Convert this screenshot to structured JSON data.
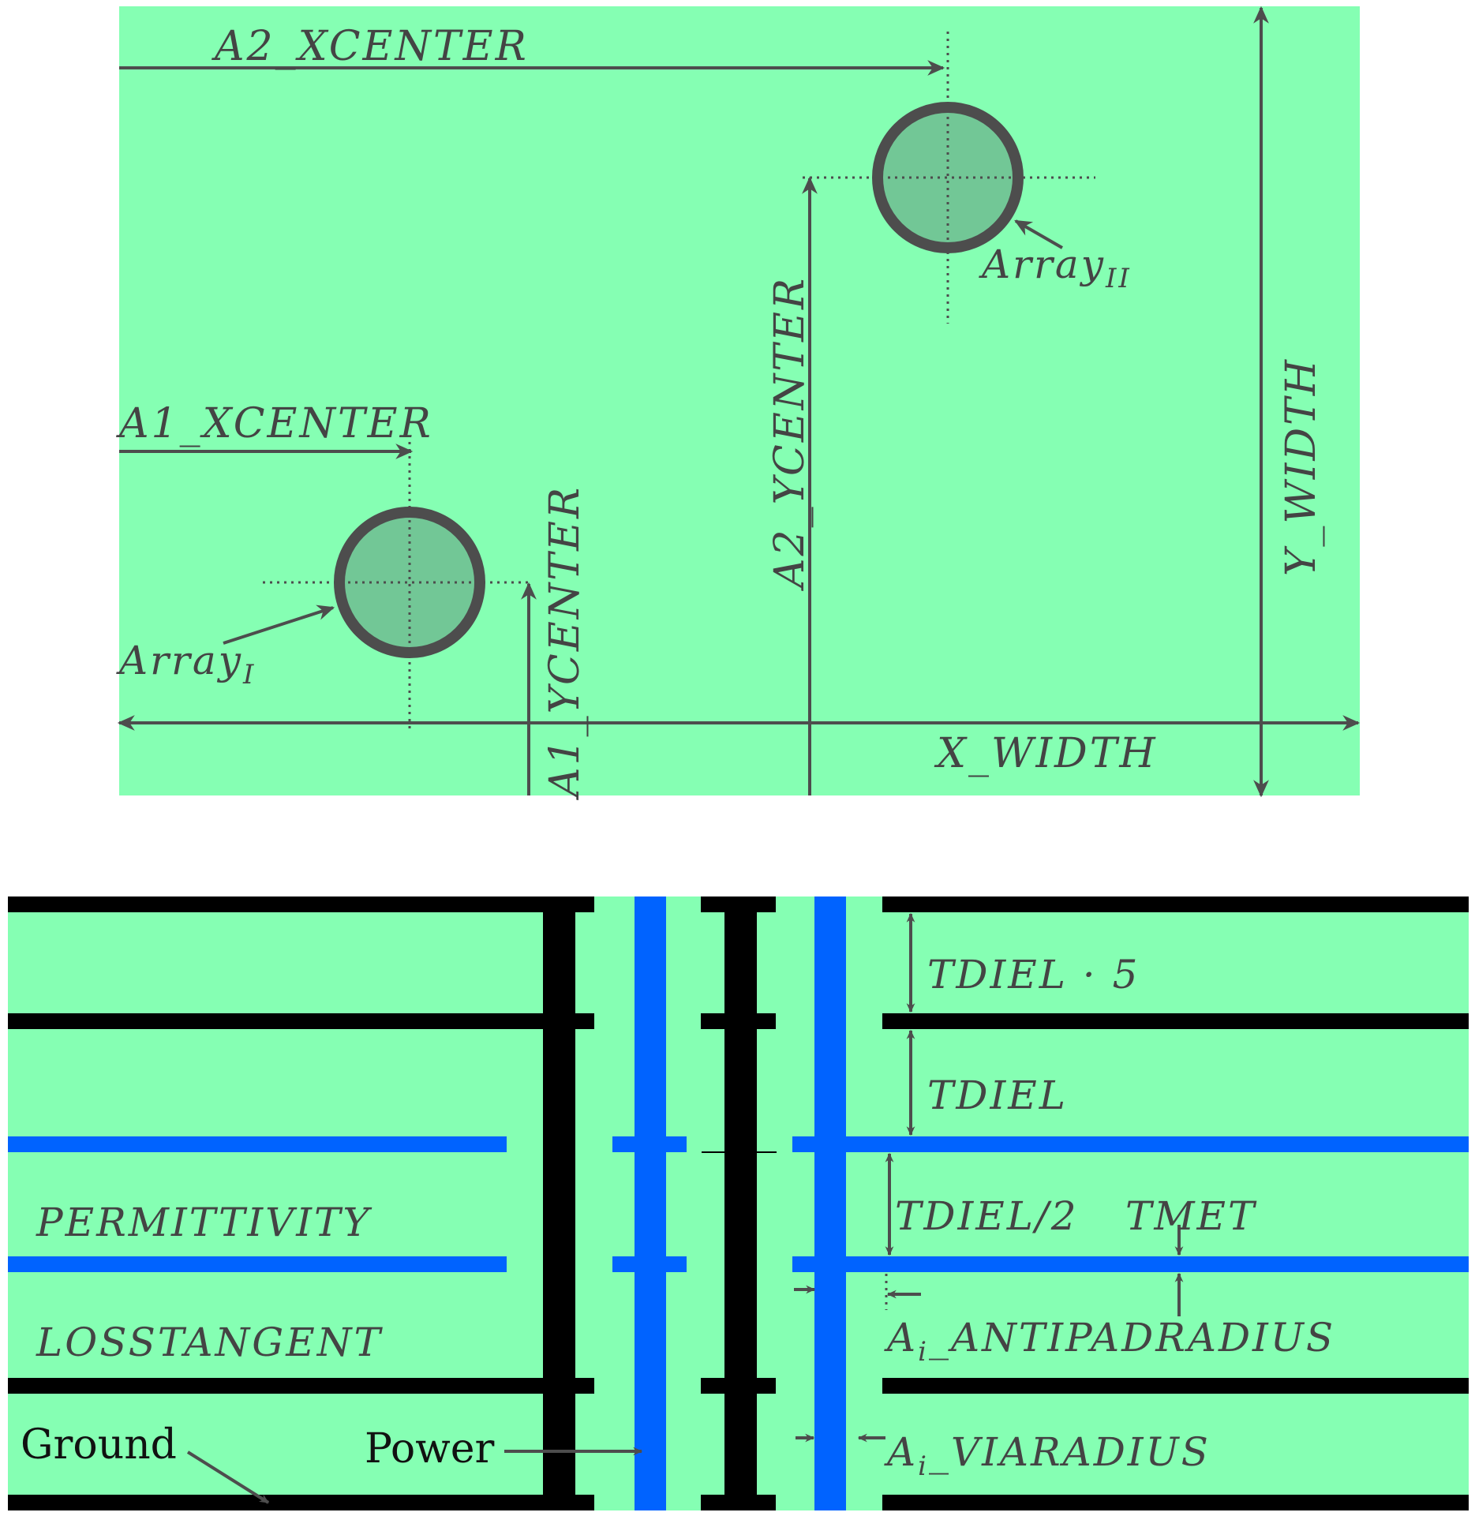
{
  "top_view": {
    "labels": {
      "a2_xcenter": "A2_XCENTER",
      "a1_xcenter": "A1_XCENTER",
      "a1_ycenter": "A1_YCENTER",
      "a2_ycenter": "A2_YCENTER",
      "x_width": "X_WIDTH",
      "y_width": "Y_WIDTH",
      "array_i": "Array",
      "array_i_sub": "I",
      "array_ii": "Array",
      "array_ii_sub": "II"
    }
  },
  "cross_section": {
    "labels": {
      "tdiel5": "TDIEL · 5",
      "tdiel": "TDIEL",
      "tdiel_half": "TDIEL/2",
      "tmet": "TMET",
      "permittivity": "PERMITTIVITY",
      "losstangent": "LOSSTANGENT",
      "antipad": "A",
      "antipad_sub": "i",
      "antipad_rest": "_ANTIPADRADIUS",
      "via": "A",
      "via_sub": "i",
      "via_rest": "_VIARADIUS",
      "ground": "Ground",
      "power": "Power"
    }
  },
  "colors": {
    "dielectric": "#85ffb3",
    "ground_metal": "#000000",
    "power_metal": "#0063ff",
    "via_fill": "#72c796",
    "via_ring": "#4d4d4d",
    "annotation": "#4d4d4d"
  }
}
